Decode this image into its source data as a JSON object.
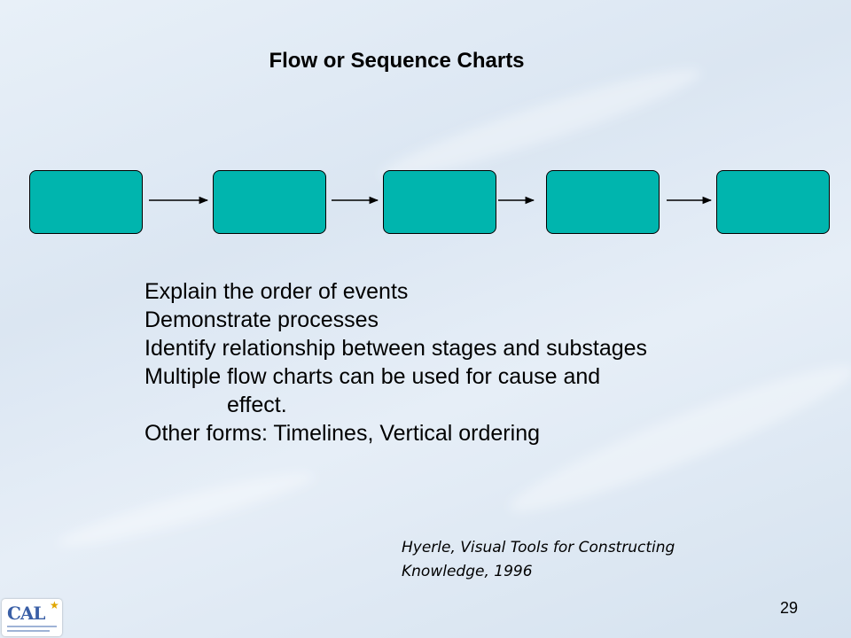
{
  "slide": {
    "title": "Flow or Sequence Charts",
    "page_number": "29"
  },
  "flow": {
    "box_count": 5,
    "box_color": "#00b5ae",
    "arrow_color": "#000000"
  },
  "bullets": [
    "Explain the order of events",
    "Demonstrate processes",
    "Identify relationship between stages and substages",
    "Multiple flow charts can be used for cause and",
    "effect.",
    "Other forms:  Timelines, Vertical ordering"
  ],
  "citation": {
    "line1": "Hyerle, Visual Tools for Constructing",
    "line2": "Knowledge, 1996"
  },
  "logo": {
    "text": "CAL",
    "icon": "star-icon"
  }
}
